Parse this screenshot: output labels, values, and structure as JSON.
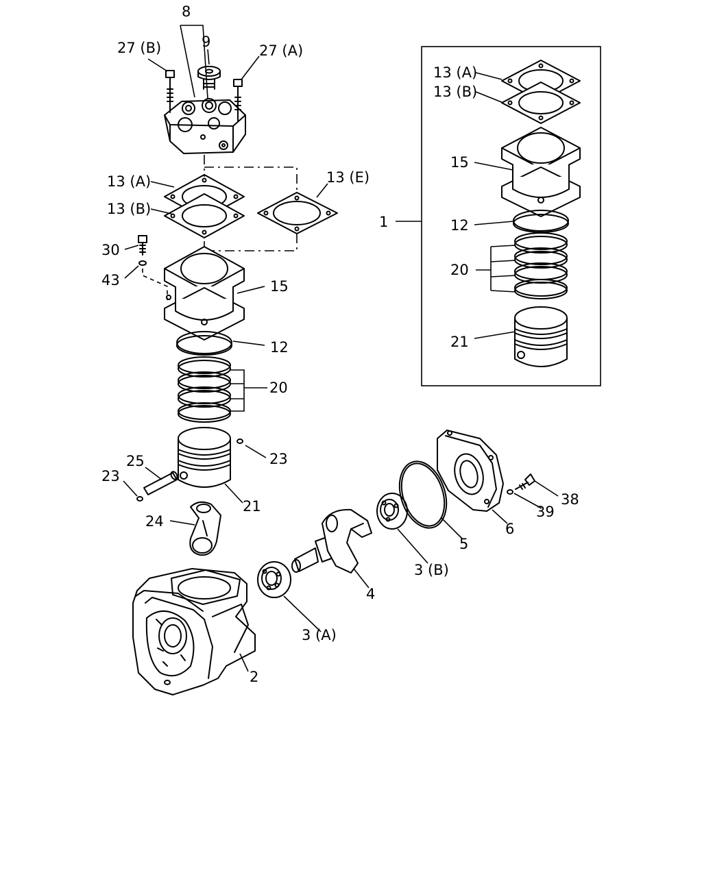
{
  "labels": {
    "l8": "8",
    "l9": "9",
    "l27b": "27 (B)",
    "l27a": "27 (A)",
    "l13a_main": "13 (A)",
    "l13b_main": "13 (B)",
    "l13e": "13 (E)",
    "l30": "30",
    "l43": "43",
    "l15_main": "15",
    "l12_main": "12",
    "l20_main": "20",
    "l23_right": "23",
    "l25": "25",
    "l23_left": "23",
    "l21_main": "21",
    "l24": "24",
    "l1": "1",
    "l13a_kit": "13 (A)",
    "l13b_kit": "13 (B)",
    "l15_kit": "15",
    "l12_kit": "12",
    "l20_kit": "20",
    "l21_kit": "21",
    "l38": "38",
    "l39": "39",
    "l6": "6",
    "l5": "5",
    "l3b": "3 (B)",
    "l4": "4",
    "l3a": "3 (A)",
    "l2": "2"
  }
}
